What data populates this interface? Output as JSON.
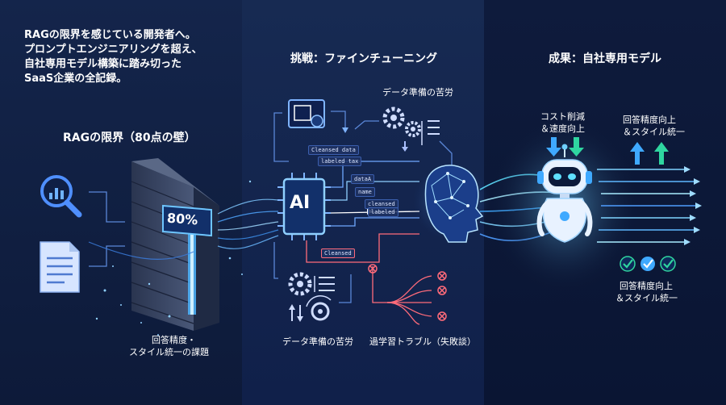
{
  "intro": {
    "line1": "RAGの限界を感じている開発者へ。",
    "line2": "プロンプトエンジニアリングを超え、",
    "line3": "自社専用モデル構築に踏み切った",
    "line4": "SaaS企業の全記録。"
  },
  "left": {
    "heading": "RAGの限界（80点の壁）",
    "badge": "80%",
    "caption1": "回答精度・",
    "caption2": "スタイル統一の課題"
  },
  "middle": {
    "heading": "挑戦：ファインチューニング",
    "data_prep_top": "データ準備の苦労",
    "data_prep_bottom": "データ準備の苦労",
    "overfit": "過学習トラブル（失敗談）",
    "chip": "AI",
    "tags": {
      "t1": "Cleansed data",
      "t2": "labeled tax",
      "t3": "dataA",
      "t4": "name",
      "t5a": "cleansed",
      "t5b": "labeled",
      "t6": "Cleansed"
    }
  },
  "right": {
    "heading": "成果：自社専用モデル",
    "cost1": "コスト削減",
    "cost2": "＆速度向上",
    "acc1": "回答精度向上",
    "acc2": "＆スタイル統一",
    "bottom1": "回答精度向上",
    "bottom2": "＆スタイル統一"
  },
  "colors": {
    "accent": "#3fa9ff",
    "cyan": "#5fe0ff",
    "red": "#ff6b7a",
    "green": "#2fd6a0"
  }
}
